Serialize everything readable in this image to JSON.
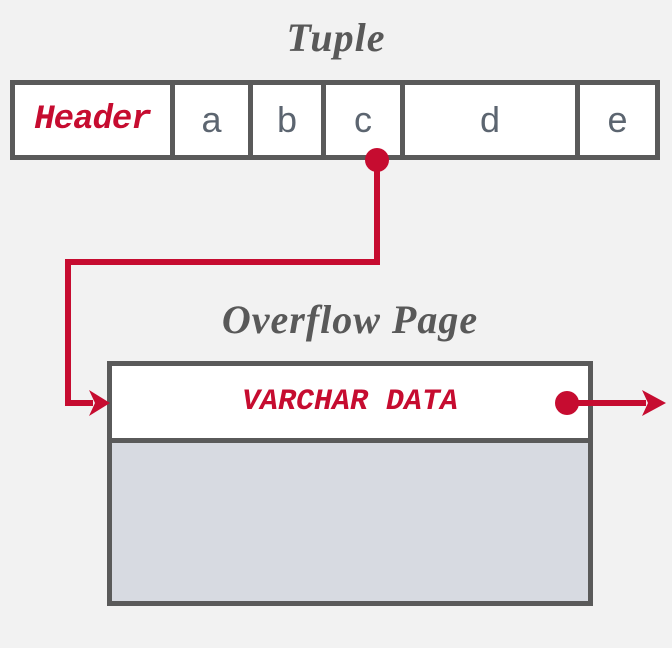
{
  "titles": {
    "tuple": "Tuple",
    "overflow_page": "Overflow Page"
  },
  "tuple": {
    "cells": [
      {
        "label": "Header",
        "role": "header"
      },
      {
        "label": "a",
        "role": "attribute"
      },
      {
        "label": "b",
        "role": "attribute"
      },
      {
        "label": "c",
        "role": "attribute"
      },
      {
        "label": "d",
        "role": "attribute"
      },
      {
        "label": "e",
        "role": "attribute"
      }
    ],
    "pointer_from_cell": "c"
  },
  "overflow_page": {
    "varchar_label": "VARCHAR DATA",
    "has_outgoing_pointer": true
  },
  "icons": {
    "pointer_origin_dot": "red-dot",
    "into_overflow_arrow": "right-arrow",
    "next_page_arrow": "right-arrow"
  },
  "colors": {
    "accent_red": "#C60C30",
    "border_gray": "#5A5A5A",
    "title_gray": "#595959",
    "cell_text_gray": "#5C6570",
    "free_space_fill": "#D7DAE1",
    "background": "#F2F2F2"
  }
}
